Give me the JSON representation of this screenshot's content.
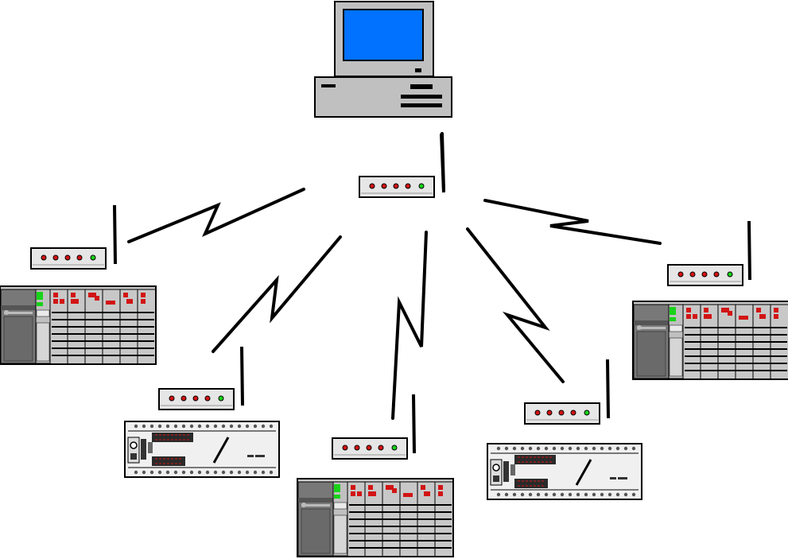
{
  "diagram": {
    "type": "wireless-network-topology",
    "nodes": [
      {
        "id": "host-computer",
        "kind": "desktop-computer"
      },
      {
        "id": "central-radio-modem",
        "kind": "radio-modem",
        "antenna": true,
        "leds": 5
      },
      {
        "id": "plc-rack-left",
        "kind": "modular-plc-rack",
        "modem": "radio-modem-left"
      },
      {
        "id": "plc-compact-left",
        "kind": "compact-plc",
        "modem": "radio-modem-compact-left"
      },
      {
        "id": "plc-rack-center",
        "kind": "modular-plc-rack",
        "modem": "radio-modem-center"
      },
      {
        "id": "plc-compact-right",
        "kind": "compact-plc",
        "modem": "radio-modem-compact-right"
      },
      {
        "id": "plc-rack-right",
        "kind": "modular-plc-rack",
        "modem": "radio-modem-right"
      }
    ],
    "links": [
      {
        "from": "host-computer",
        "to": "central-radio-modem",
        "style": "cable"
      },
      {
        "from": "central-radio-modem",
        "to": "plc-rack-left",
        "style": "wireless"
      },
      {
        "from": "central-radio-modem",
        "to": "plc-compact-left",
        "style": "wireless"
      },
      {
        "from": "central-radio-modem",
        "to": "plc-rack-center",
        "style": "wireless"
      },
      {
        "from": "central-radio-modem",
        "to": "plc-compact-right",
        "style": "wireless"
      },
      {
        "from": "central-radio-modem",
        "to": "plc-rack-right",
        "style": "wireless"
      }
    ]
  },
  "colors": {
    "line": "#000000",
    "screen": "#0072ff",
    "case": "#c0c0c0",
    "modem_body": "#e6e6e6",
    "led_red": "#d21414",
    "led_green": "#19d219",
    "plc_dark": "#787878",
    "plc_panel": "#c8c8c8",
    "plc_compact_body": "#f0f0f0"
  }
}
